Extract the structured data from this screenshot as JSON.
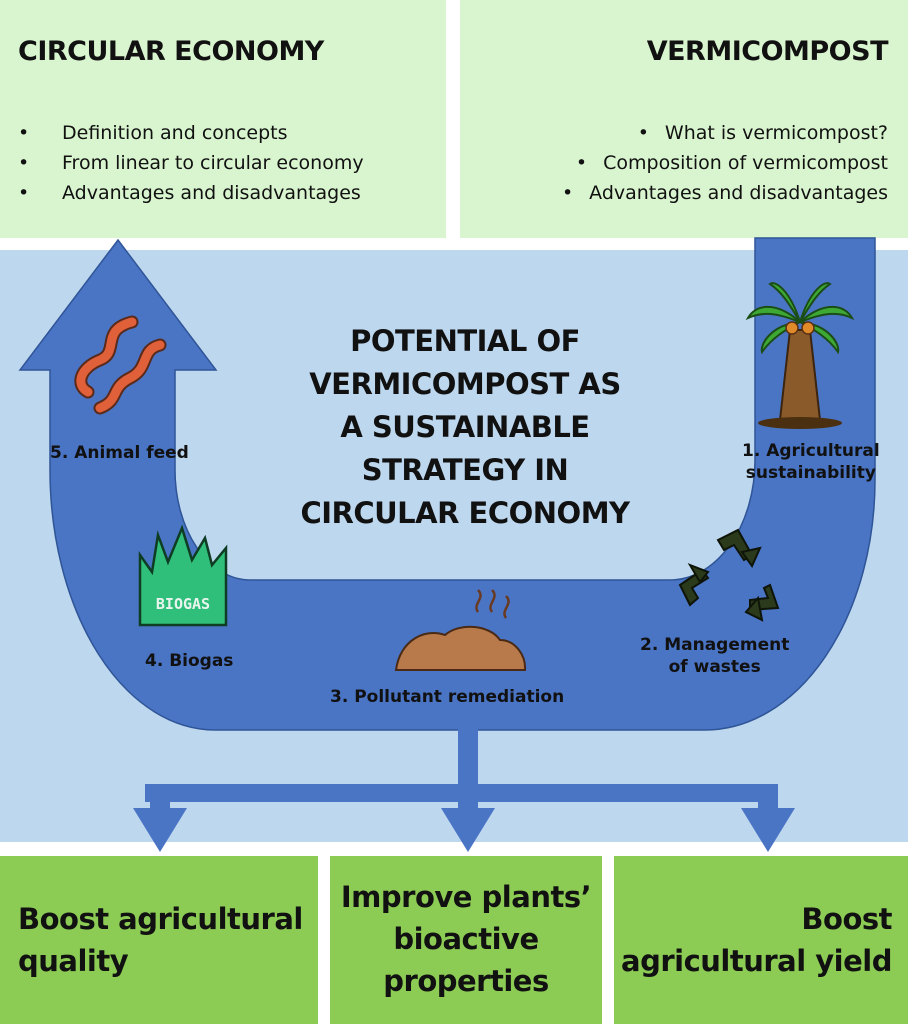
{
  "left_panel": {
    "title": "CIRCULAR ECONOMY",
    "bullets": [
      "Definition and concepts",
      "From linear to circular economy",
      "Advantages and disadvantages"
    ]
  },
  "right_panel": {
    "title": "VERMICOMPOST",
    "bullets": [
      "What is vermicompost?",
      "Composition of vermicompost",
      "Advantages and disadvantages"
    ]
  },
  "center": {
    "title_lines": [
      "POTENTIAL OF",
      "VERMICOMPOST AS",
      "A SUSTAINABLE",
      "STRATEGY IN",
      "CIRCULAR ECONOMY"
    ]
  },
  "cycle": {
    "step1": [
      "1. Agricultural",
      "sustainability"
    ],
    "step2": [
      "2. Management",
      "of wastes"
    ],
    "step3": "3. Pollutant remediation",
    "step4": "4. Biogas",
    "step5": "5. Animal feed",
    "biogas_icon_text": "BIOGAS"
  },
  "outcomes": {
    "left": [
      "Boost agricultural",
      "quality"
    ],
    "middle": [
      "Improve plants’",
      "bioactive",
      "properties"
    ],
    "right": [
      "Boost",
      "agricultural yield"
    ]
  },
  "colors": {
    "top_box": "#d9f5cf",
    "main_panel": "#bdd7ee",
    "arrow": "#4a74c4",
    "bottom_box": "#8ccc55"
  }
}
